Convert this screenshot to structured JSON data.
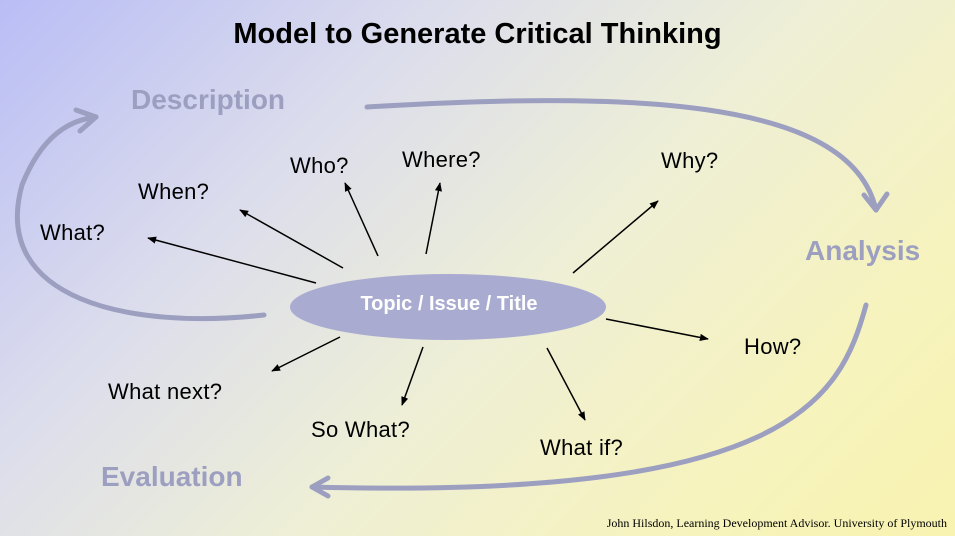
{
  "title": "Model to Generate Critical Thinking",
  "stages": {
    "description": "Description",
    "analysis": "Analysis",
    "evaluation": "Evaluation"
  },
  "hub": "Topic / Issue / Title",
  "questions": {
    "what": "What?",
    "when": "When?",
    "who": "Who?",
    "where": "Where?",
    "why": "Why?",
    "how": "How?",
    "what_if": "What if?",
    "so_what": "So What?",
    "what_next": "What next?"
  },
  "credit": "John Hilsdon, Learning Development Advisor.  University of Plymouth",
  "colors": {
    "cycle": "#9c9fc0",
    "hub_fill": "#a9acd0",
    "arrow": "#000000"
  }
}
